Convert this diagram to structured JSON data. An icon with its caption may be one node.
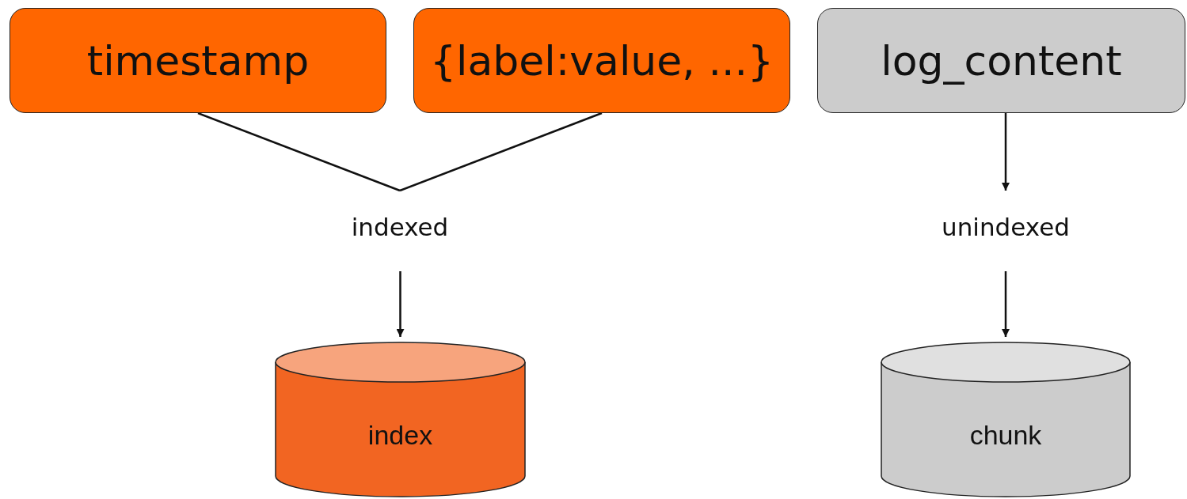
{
  "diagram": {
    "nodes": [
      {
        "text": [
          "timestamp"
        ]
      },
      {
        "text": [
          "{label:value, ...}"
        ]
      },
      {
        "text": [
          "log_content"
        ]
      },
      {
        "text": [
          "indexed"
        ]
      },
      {
        "text": [
          "unindexed"
        ]
      },
      {
        "text": [
          "index"
        ]
      },
      {
        "text": [
          "chunk"
        ]
      }
    ],
    "edges": [
      {
        "from": 0,
        "to": 3,
        "arrow": "none"
      },
      {
        "from": 1,
        "to": 3,
        "arrow": "none"
      },
      {
        "from": 2,
        "to": 4,
        "arrow": "to"
      },
      {
        "from": 3,
        "to": 5,
        "arrow": "to"
      },
      {
        "from": 4,
        "to": 6,
        "arrow": "to"
      }
    ]
  }
}
